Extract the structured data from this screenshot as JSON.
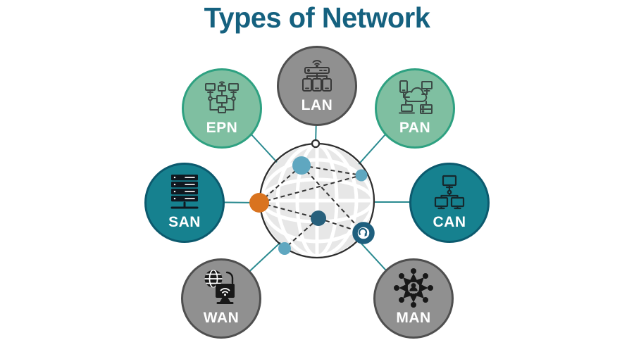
{
  "title": "Types of Network",
  "colors": {
    "title": "#15617f",
    "line": "#2a8a90",
    "green_fill": "#7fbfa1",
    "green_border": "#2ea181",
    "teal_fill": "#16818f",
    "teal_border": "#0c5a6e",
    "gray_fill": "#909090",
    "gray_border": "#4f4f4f",
    "node_orange": "#d9731f",
    "node_lightblue": "#5fa7c0",
    "node_darkblue": "#27607c",
    "node_ring": "#1e5f7e",
    "globe_fill": "#e7e7e7",
    "globe_outline": "#2e2e2e"
  },
  "center": {
    "icon": "globe-network-icon"
  },
  "bubbles": [
    {
      "label": "LAN",
      "style": "gray",
      "icon": "wireless-router-devices-icon"
    },
    {
      "label": "EPN",
      "style": "green",
      "icon": "enterprise-topology-icon"
    },
    {
      "label": "PAN",
      "style": "green",
      "icon": "cloud-connected-devices-icon"
    },
    {
      "label": "SAN",
      "style": "teal",
      "icon": "server-rack-icon"
    },
    {
      "label": "CAN",
      "style": "teal",
      "icon": "computer-tree-icon"
    },
    {
      "label": "WAN",
      "style": "gray",
      "icon": "globe-monitor-icon"
    },
    {
      "label": "MAN",
      "style": "gray",
      "icon": "person-hub-icon"
    }
  ]
}
